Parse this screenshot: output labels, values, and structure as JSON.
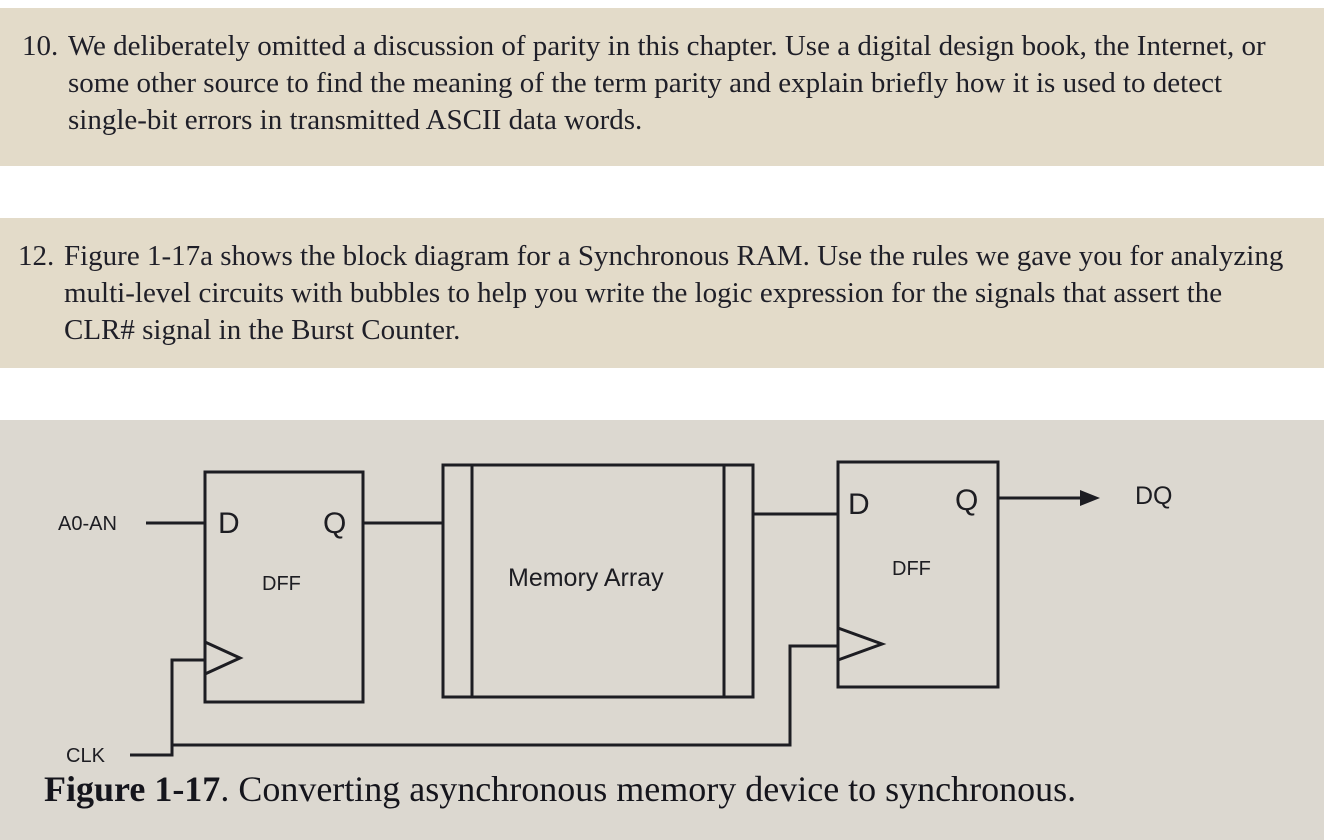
{
  "questions": [
    {
      "number": "10.",
      "text": "We deliberately omitted a discussion of parity in this chapter. Use a digital design book, the Internet, or some other source to find the meaning of the term parity and explain briefly how it is used to detect single-bit errors in transmitted ASCII data words."
    },
    {
      "number": "12.",
      "text": "Figure 1-17a shows the block diagram for a Synchronous RAM. Use the rules we gave you for analyzing multi-level circuits with bubbles to help you write the logic expression for the signals that assert the CLR# signal in the Burst Counter."
    }
  ],
  "figure": {
    "input_signal": "A0-AN",
    "input_dff": {
      "d_label": "D",
      "q_label": "Q",
      "name": "DFF"
    },
    "memory_label": "Memory Array",
    "output_dff": {
      "d_label": "D",
      "q_label": "Q",
      "name": "DFF"
    },
    "output_signal": "DQ",
    "clock_signal": "CLK",
    "caption_number": "Figure 1-17",
    "caption_text": ". Converting asynchronous memory device to synchronous."
  }
}
